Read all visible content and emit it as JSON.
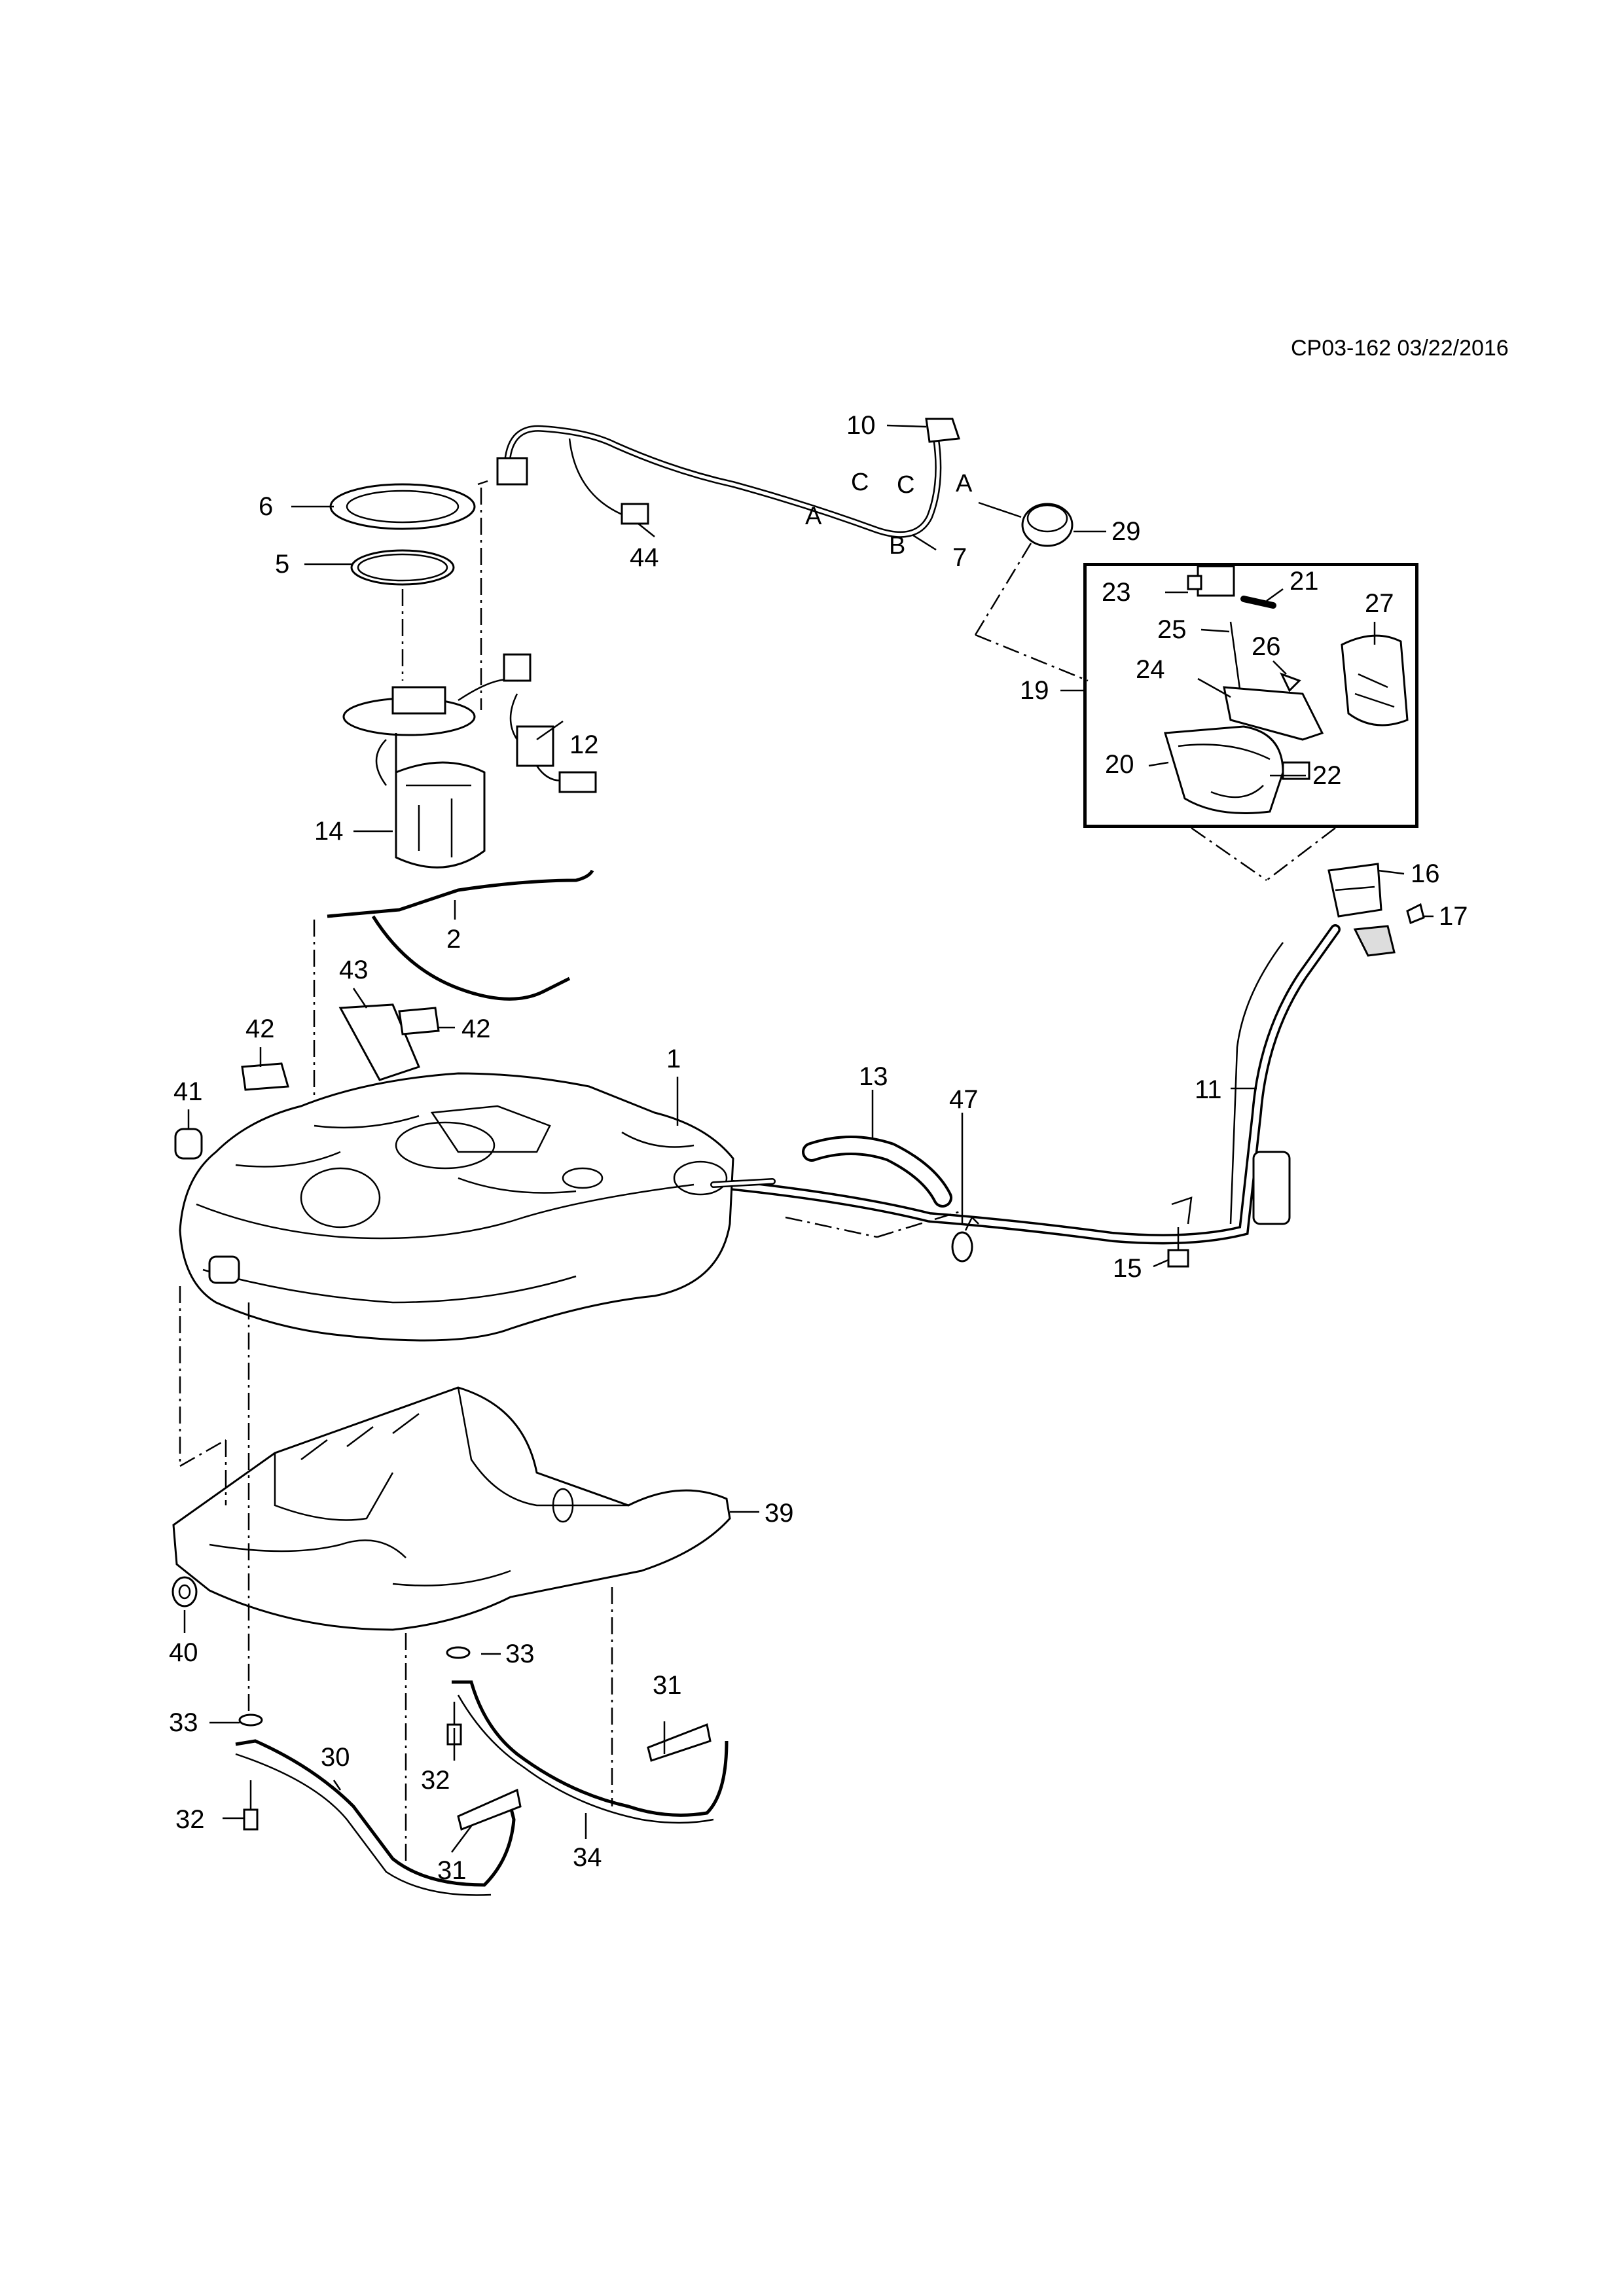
{
  "drawing_code": "CP03-162 03/22/2016",
  "callouts": [
    {
      "id": "c1",
      "text": "1"
    },
    {
      "id": "c2",
      "text": "2"
    },
    {
      "id": "c5",
      "text": "5"
    },
    {
      "id": "c6",
      "text": "6"
    },
    {
      "id": "c7",
      "text": "7"
    },
    {
      "id": "c10",
      "text": "10"
    },
    {
      "id": "c11",
      "text": "11"
    },
    {
      "id": "c12",
      "text": "12"
    },
    {
      "id": "c13",
      "text": "13"
    },
    {
      "id": "c14",
      "text": "14"
    },
    {
      "id": "c15",
      "text": "15"
    },
    {
      "id": "c16",
      "text": "16"
    },
    {
      "id": "c17",
      "text": "17"
    },
    {
      "id": "c19",
      "text": "19"
    },
    {
      "id": "c20",
      "text": "20"
    },
    {
      "id": "c21",
      "text": "21"
    },
    {
      "id": "c22",
      "text": "22"
    },
    {
      "id": "c23",
      "text": "23"
    },
    {
      "id": "c24",
      "text": "24"
    },
    {
      "id": "c25",
      "text": "25"
    },
    {
      "id": "c26",
      "text": "26"
    },
    {
      "id": "c27",
      "text": "27"
    },
    {
      "id": "c29",
      "text": "29"
    },
    {
      "id": "c30",
      "text": "30"
    },
    {
      "id": "c31a",
      "text": "31"
    },
    {
      "id": "c31b",
      "text": "31"
    },
    {
      "id": "c32a",
      "text": "32"
    },
    {
      "id": "c32b",
      "text": "32"
    },
    {
      "id": "c33a",
      "text": "33"
    },
    {
      "id": "c33b",
      "text": "33"
    },
    {
      "id": "c34",
      "text": "34"
    },
    {
      "id": "c39",
      "text": "39"
    },
    {
      "id": "c40",
      "text": "40"
    },
    {
      "id": "c41",
      "text": "41"
    },
    {
      "id": "c42a",
      "text": "42"
    },
    {
      "id": "c42b",
      "text": "42"
    },
    {
      "id": "c43",
      "text": "43"
    },
    {
      "id": "c44",
      "text": "44"
    },
    {
      "id": "c47",
      "text": "47"
    }
  ],
  "hose_labels": [
    "A",
    "C",
    "C",
    "A",
    "B"
  ]
}
